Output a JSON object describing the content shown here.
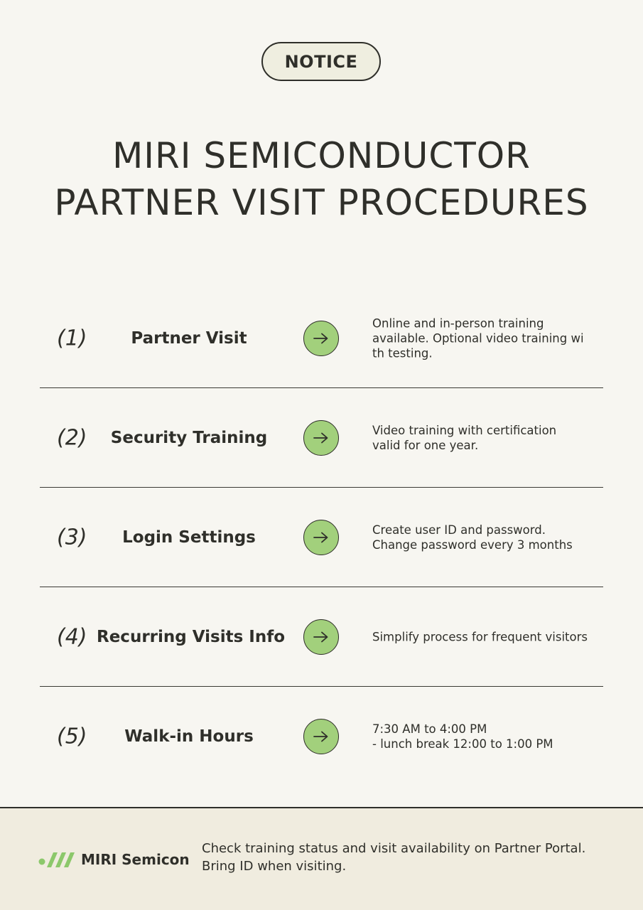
{
  "header": {
    "badge": "NOTICE",
    "title_line1": "MIRI SEMICONDUCTOR",
    "title_line2": "PARTNER VISIT PROCEDURES"
  },
  "steps": [
    {
      "number": "(1)",
      "title": "Partner Visit",
      "desc_lines": [
        "Online and in-person training",
        "available. Optional video training wi",
        "th testing."
      ]
    },
    {
      "number": "(2)",
      "title": "Security Training",
      "desc_lines": [
        "Video training with certification",
        "valid for one year."
      ]
    },
    {
      "number": "(3)",
      "title": "Login Settings",
      "desc_lines": [
        "Create user ID and password.",
        "Change password every 3 months"
      ]
    },
    {
      "number": "(4)",
      "title": "Recurring Visits Info",
      "desc_lines": [
        "Simplify process for frequent visitors"
      ]
    },
    {
      "number": "(5)",
      "title": "Walk-in Hours",
      "desc_lines": [
        "7:30 AM to 4:00 PM",
        "- lunch break 12:00 to 1:00 PM"
      ]
    }
  ],
  "footer": {
    "brand_name": "MIRI Semicon",
    "text_line1": "Check training status and visit availability on Partner Portal.",
    "text_line2": "Bring ID when visiting."
  },
  "colors": {
    "background": "#f7f6f1",
    "accent_green": "#a2d07c",
    "ink": "#2f2f2a",
    "footer_bg": "#f0ecdf"
  },
  "icons": {
    "step_arrow": "arrow-right-icon",
    "brand": "miri-logo-icon"
  }
}
